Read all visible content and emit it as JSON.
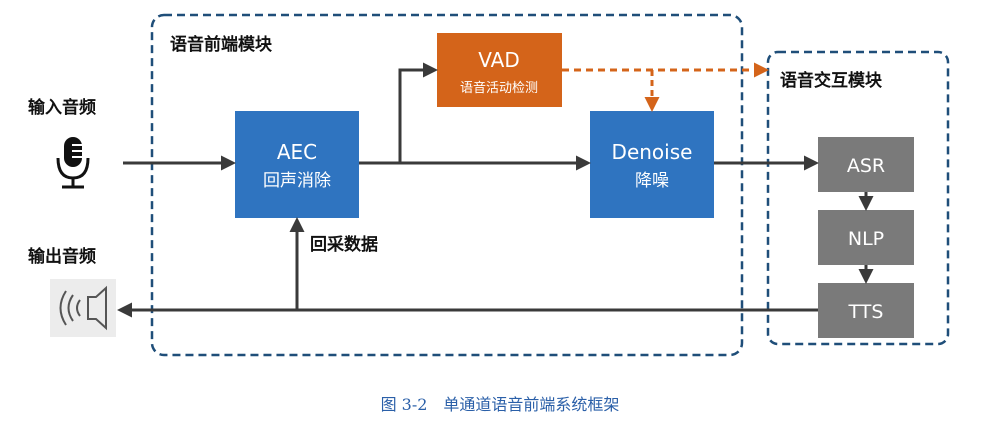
{
  "modules": {
    "frontend_title": "语音前端模块",
    "interaction_title": "语音交互模块"
  },
  "labels": {
    "input_audio": "输入音频",
    "output_audio": "输出音频",
    "echo_data": "回采数据"
  },
  "blocks": {
    "vad": {
      "title": "VAD",
      "subtitle": "语音活动检测"
    },
    "aec": {
      "title": "AEC",
      "subtitle": "回声消除"
    },
    "denoise": {
      "title": "Denoise",
      "subtitle": "降噪"
    },
    "asr": "ASR",
    "nlp": "NLP",
    "tts": "TTS"
  },
  "caption": "图 3-2　单通道语音前端系统框架",
  "icons": {
    "microphone": "microphone-icon",
    "speaker": "speaker-icon"
  },
  "colors": {
    "blue_block": "#2f74c0",
    "orange_block": "#d4641a",
    "gray_block": "#7a7a7a",
    "dashed_border": "#1f4e79",
    "arrow": "#3a3a3a",
    "caption": "#2a5fa8"
  }
}
